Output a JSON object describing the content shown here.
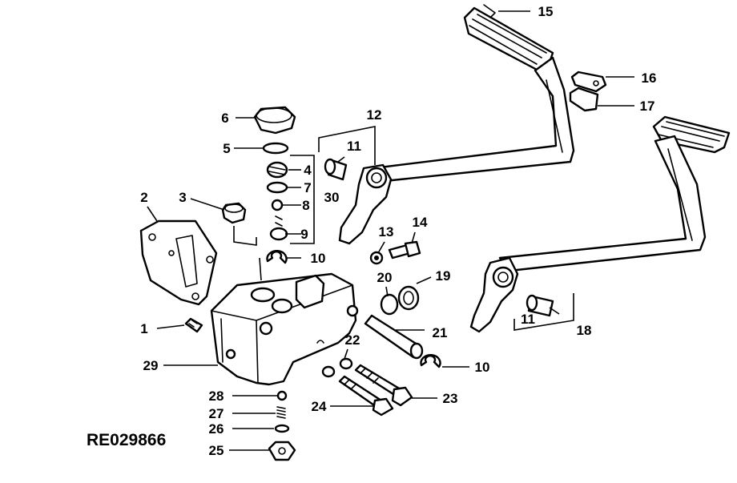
{
  "diagram": {
    "reference_code": "RE029866",
    "callouts": {
      "c1": "1",
      "c2": "2",
      "c3": "3",
      "c4": "4",
      "c5": "5",
      "c6": "6",
      "c7": "7",
      "c8": "8",
      "c9": "9",
      "c10a": "10",
      "c10b": "10",
      "c11a": "11",
      "c11b": "11",
      "c12": "12",
      "c13": "13",
      "c14": "14",
      "c15": "15",
      "c16": "16",
      "c17": "17",
      "c18": "18",
      "c19": "19",
      "c20": "20",
      "c21": "21",
      "c22": "22",
      "c23": "23",
      "c24": "24",
      "c25": "25",
      "c26": "26",
      "c27": "27",
      "c28": "28",
      "c29": "29",
      "c30": "30"
    }
  }
}
